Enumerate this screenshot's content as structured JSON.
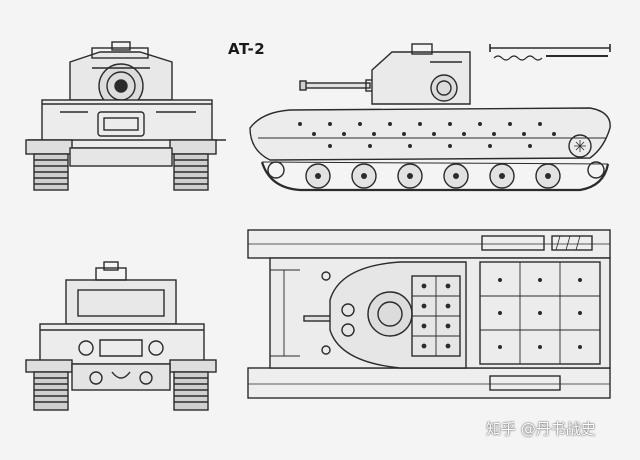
{
  "drawing": {
    "title": "AT-2",
    "watermark": "知乎 @丹书战史",
    "line_color": "#2b2b2b",
    "paper_color": "#f4f4f4"
  },
  "views": [
    {
      "name": "front-view"
    },
    {
      "name": "side-view"
    },
    {
      "name": "rear-view"
    },
    {
      "name": "top-view"
    }
  ]
}
